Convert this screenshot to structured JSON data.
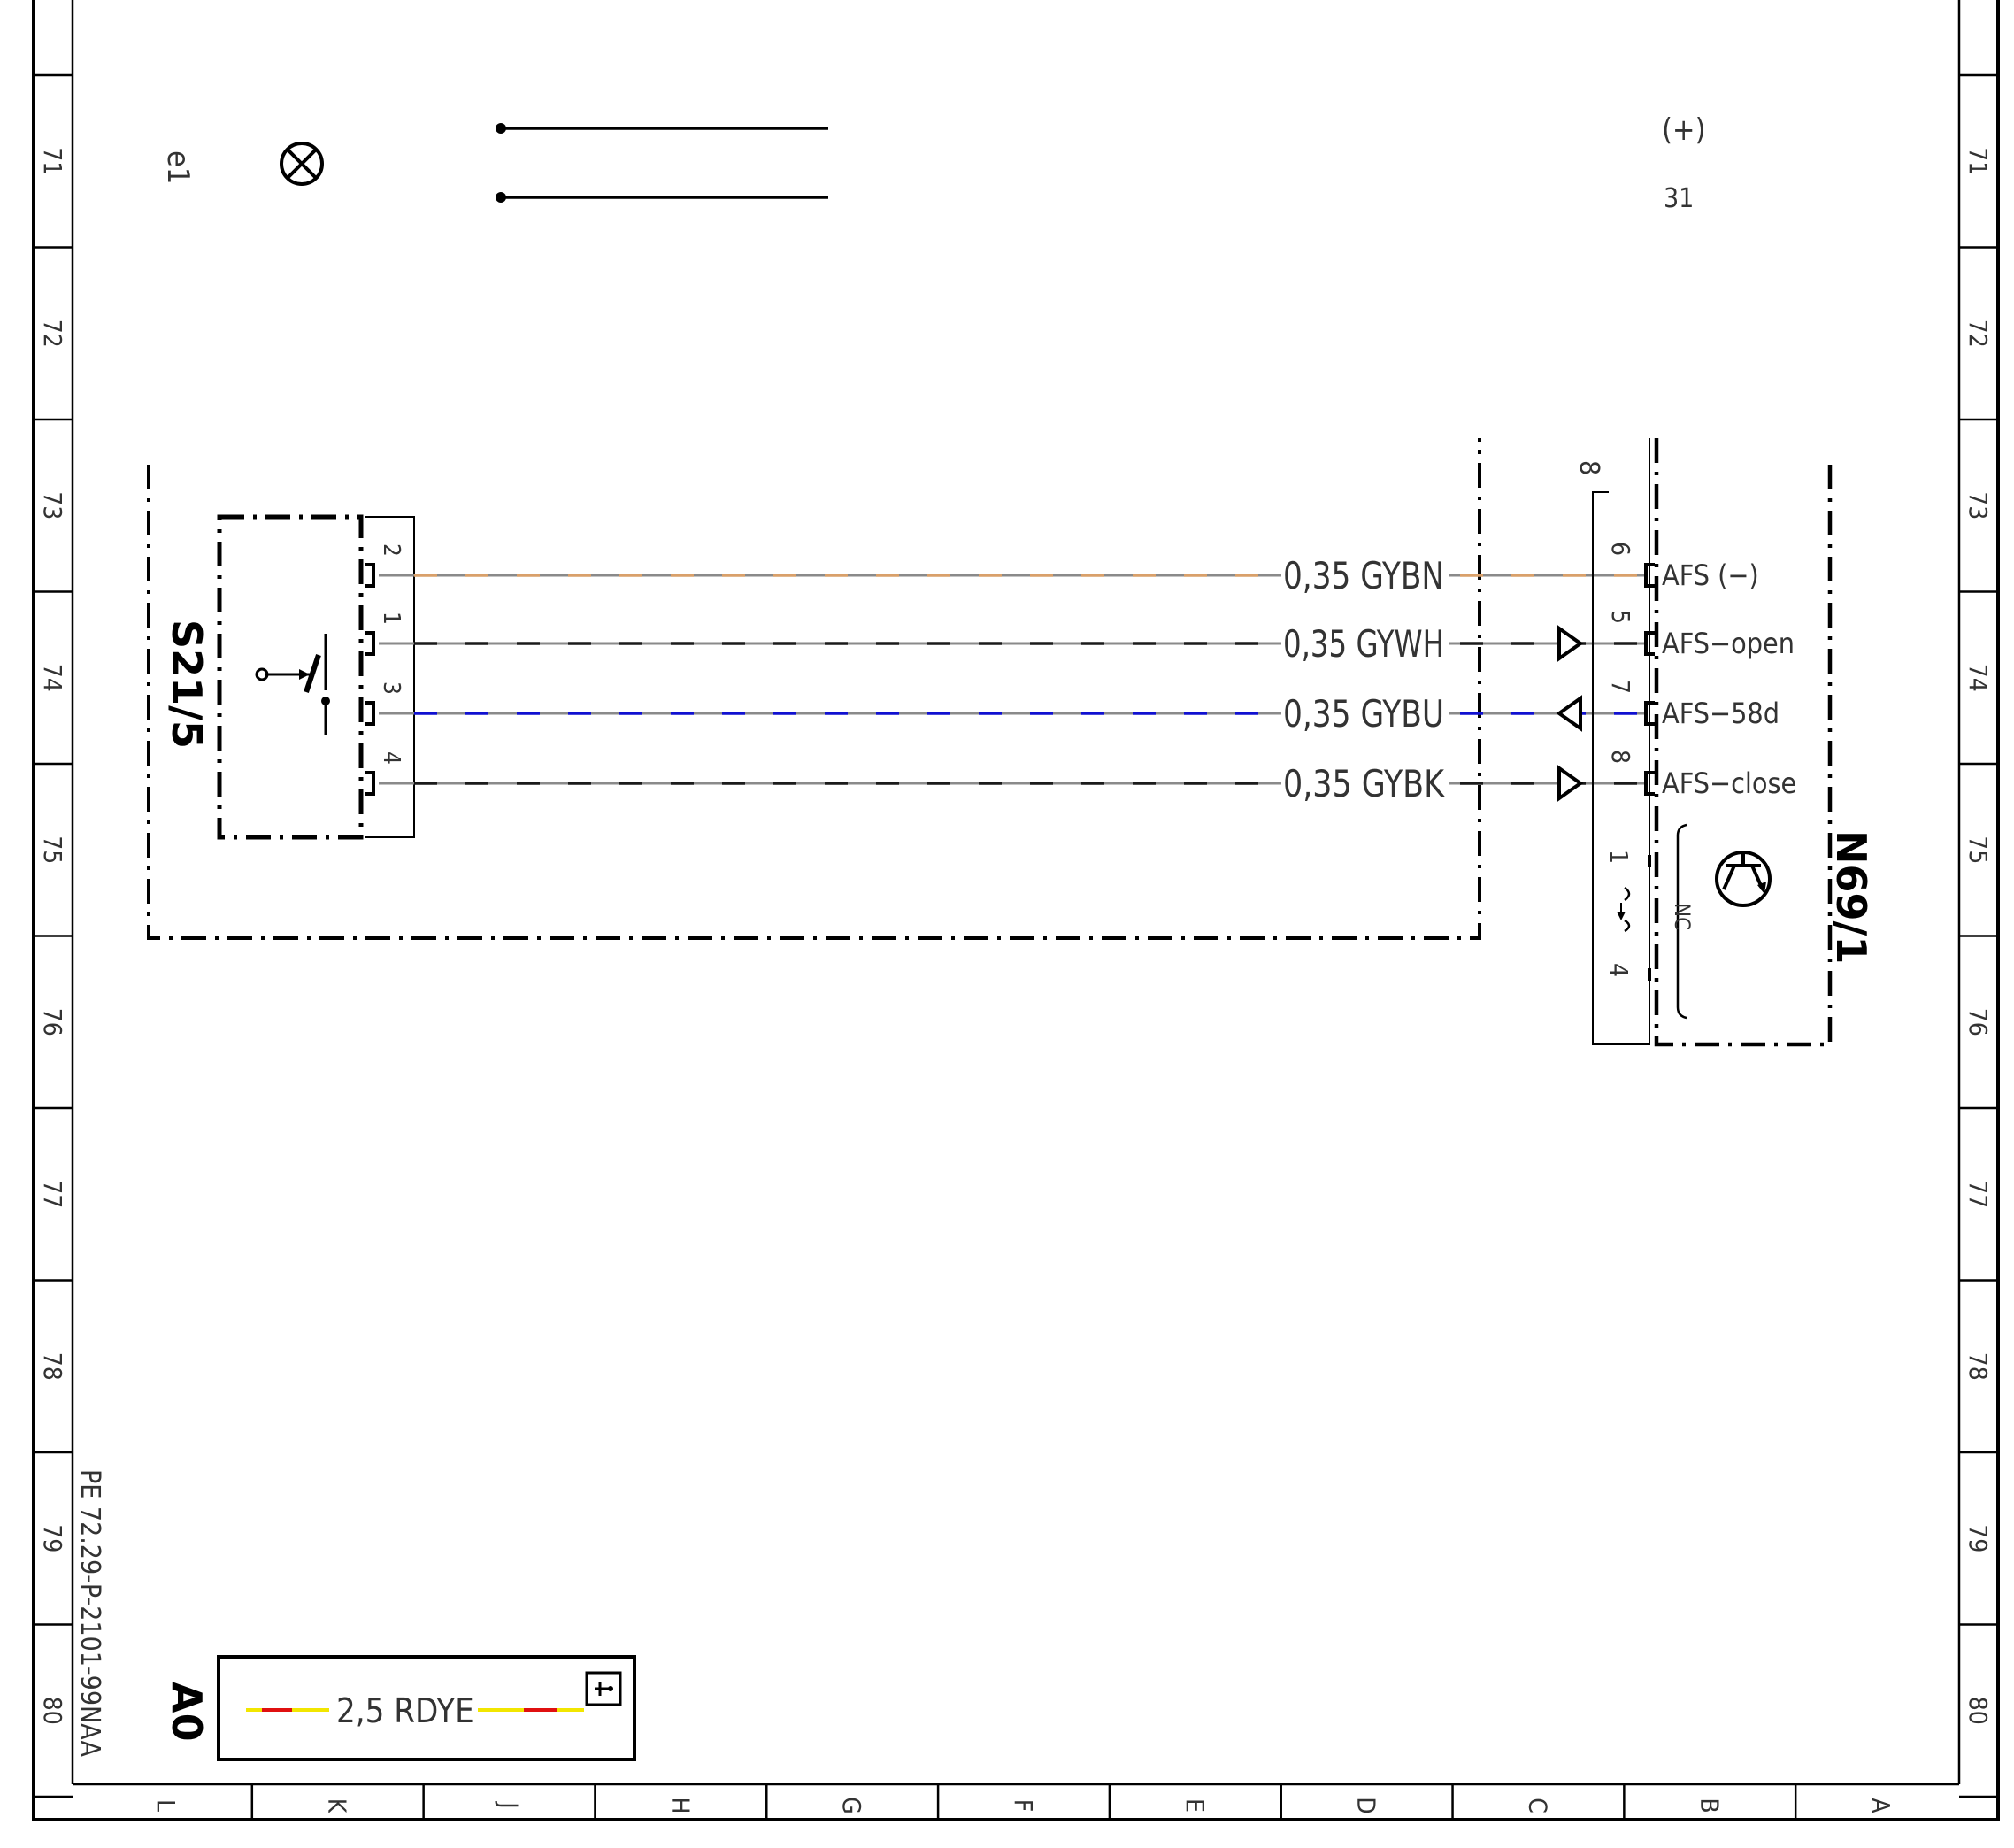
{
  "frame": {
    "row_labels": [
      "71",
      "72",
      "73",
      "74",
      "75",
      "76",
      "77",
      "78",
      "79",
      "80"
    ],
    "column_labels": [
      "L",
      "K",
      "J",
      "H",
      "G",
      "F",
      "E",
      "D",
      "C",
      "B",
      "A"
    ],
    "document_code": "PE 72.29-P-2101-99NAA"
  },
  "header": {
    "lamp_label": "e1",
    "lamp_icon": "indicator-lamp-icon",
    "terminal_plus": "(+)",
    "terminal_31": "31"
  },
  "switch": {
    "name": "S21/5",
    "icon": "pushbutton-switch-icon",
    "pins": [
      "2",
      "1",
      "3",
      "4"
    ]
  },
  "control_unit": {
    "name": "N69/1",
    "icon": "transistor-icon",
    "connector_label": "8",
    "pins": [
      "6",
      "5",
      "7",
      "8"
    ],
    "extra_pins": [
      "1",
      "4"
    ],
    "nc_label": "NC",
    "signals": [
      "AFS (−)",
      "AFS−open",
      "AFS−58d",
      "AFS−close"
    ]
  },
  "wires": [
    {
      "label": "0,35 GYBN",
      "base": "#8a8a8a",
      "stripe": "#d9a06a",
      "dir": "none"
    },
    {
      "label": "0,35 GYWH",
      "base": "#8a8a8a",
      "stripe": "#1a1a1a",
      "dir": "in"
    },
    {
      "label": "0,35 GYBU",
      "base": "#8a8a8a",
      "stripe": "#1010d0",
      "dir": "out"
    },
    {
      "label": "0,35 GYBK",
      "base": "#8a8a8a",
      "stripe": "#1a1a1a",
      "dir": "in"
    }
  ],
  "legend": {
    "title": "A0",
    "wire_label": "2,5 RDYE",
    "colors": {
      "red": "#e01010",
      "yellow": "#f2e600"
    },
    "info_icon": "info-icon"
  }
}
